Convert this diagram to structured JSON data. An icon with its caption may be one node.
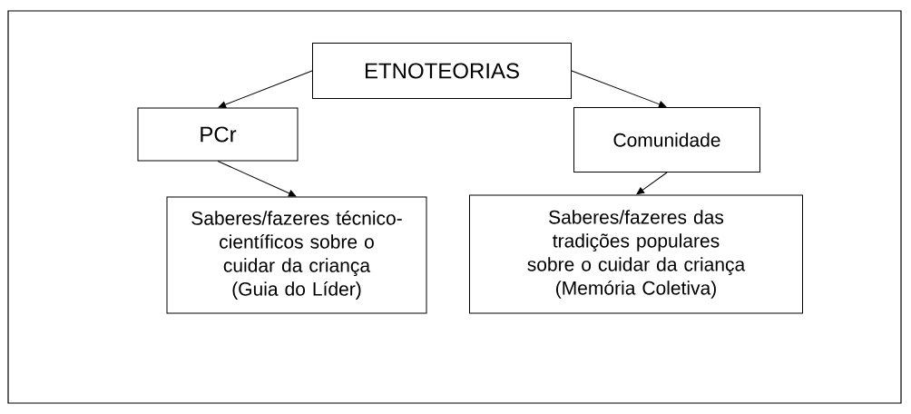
{
  "diagram": {
    "nodes": [
      {
        "text": [
          "ETNOTEORIAS"
        ]
      },
      {
        "text": [
          "PCr"
        ]
      },
      {
        "text": [
          "Comunidade"
        ]
      },
      {
        "text": [
          "Saberes/fazeres técnico-científicos sobre o cuidar da criança",
          "(Guia do Líder)"
        ]
      },
      {
        "text": [
          "Saberes/fazeres das tradições populares sobre o cuidar da criança",
          "(Memória Coletiva)"
        ]
      }
    ],
    "edges": [
      {
        "from": 0,
        "to": 1,
        "arrow": "to"
      },
      {
        "from": 0,
        "to": 2,
        "arrow": "to"
      },
      {
        "from": 1,
        "to": 3,
        "arrow": "to"
      },
      {
        "from": 2,
        "to": 4,
        "arrow": "to"
      }
    ]
  }
}
